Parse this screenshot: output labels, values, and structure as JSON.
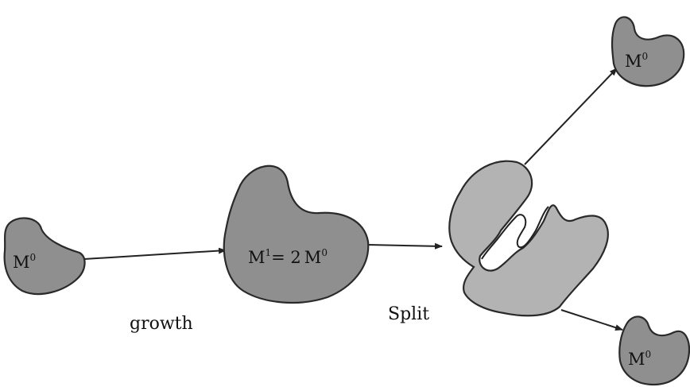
{
  "labels": {
    "small_left": {
      "base": "M",
      "sup": "0"
    },
    "grown": {
      "lhs": "M",
      "lhs_sup": "1",
      "eq": "= 2",
      "rhs": "M",
      "rhs_sup": "0"
    },
    "top_right": {
      "base": "M",
      "sup": "0"
    },
    "bottom_right": {
      "base": "M",
      "sup": "0"
    }
  },
  "captions": {
    "growth": "growth",
    "split": "Split"
  },
  "colors": {
    "dark_blob": "#8f8f8f",
    "light_blob": "#b3b3b3",
    "outline": "#2a2a2a"
  }
}
